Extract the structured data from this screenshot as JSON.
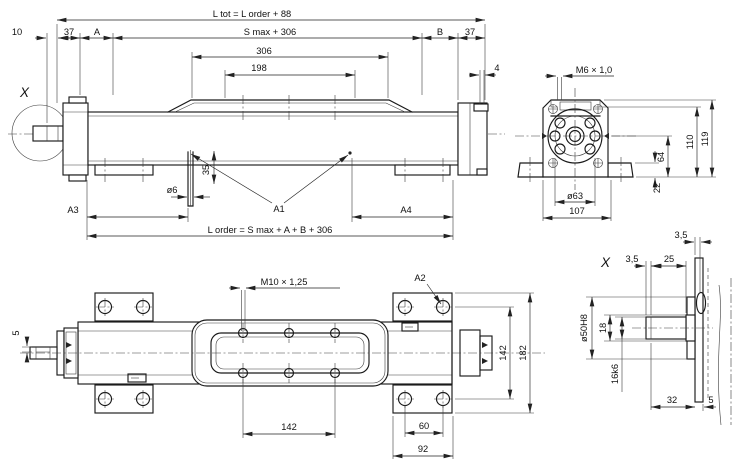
{
  "front_view": {
    "detail_marker": "X",
    "dims": {
      "l_tot": "L tot = L order + 88",
      "left_offset": "10",
      "left_37": "37",
      "a": "A",
      "s_max": "S max + 306",
      "b": "B",
      "right_37": "37",
      "carriage_306": "306",
      "carriage_198": "198",
      "end_plate_4": "4",
      "pin_dia": "ø6",
      "pin_len": "35",
      "a3": "A3",
      "a1": "A1",
      "a4": "A4",
      "l_order": "L order = S max + A + B + 306"
    }
  },
  "end_view": {
    "dims": {
      "thread": "M6 × 1,0",
      "h119": "119",
      "h110": "110",
      "h64": "64",
      "h22": "22",
      "bolt_circle": "ø63",
      "w107": "107"
    }
  },
  "plan_view": {
    "dims": {
      "key5": "5",
      "thread": "M10 × 1,25",
      "a2": "A2",
      "holes142": "142",
      "holes60": "60",
      "plate92": "92",
      "rows142": "142",
      "plates182": "182"
    }
  },
  "detail_view": {
    "marker": "X",
    "dims": {
      "groove35": "3,5",
      "len25": "25",
      "ring35": "3,5",
      "bore50": "ø50H8",
      "d18": "18",
      "shaft16": "16k6",
      "len32": "32",
      "wall5": "5"
    }
  }
}
